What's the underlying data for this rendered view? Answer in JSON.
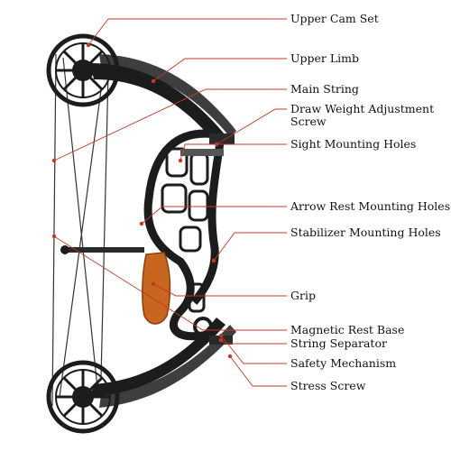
{
  "colors": {
    "leader_line": "#c0392b",
    "dot": "#c0392b",
    "bow_body": "#1c1c1c",
    "grip_wood": "#c8651e"
  },
  "labels": [
    {
      "id": "upper-cam-set",
      "text": "Upper Cam Set"
    },
    {
      "id": "upper-limb",
      "text": "Upper Limb"
    },
    {
      "id": "main-string",
      "text": "Main String"
    },
    {
      "id": "draw-weight-adjustment-screw",
      "text": "Draw Weight Adjustment Screw"
    },
    {
      "id": "sight-mounting-holes",
      "text": "Sight Mounting Holes"
    },
    {
      "id": "arrow-rest-mounting-holes",
      "text": "Arrow Rest Mounting Holes"
    },
    {
      "id": "stabilizer-mounting-holes",
      "text": "Stabilizer Mounting Holes"
    },
    {
      "id": "grip",
      "text": "Grip"
    },
    {
      "id": "magnetic-rest-base",
      "text": "Magnetic Rest Base"
    },
    {
      "id": "string-separator",
      "text": "String Separator"
    },
    {
      "id": "safety-mechanism",
      "text": "Safety Mechanism"
    },
    {
      "id": "stress-screw",
      "text": "Stress Screw"
    }
  ]
}
